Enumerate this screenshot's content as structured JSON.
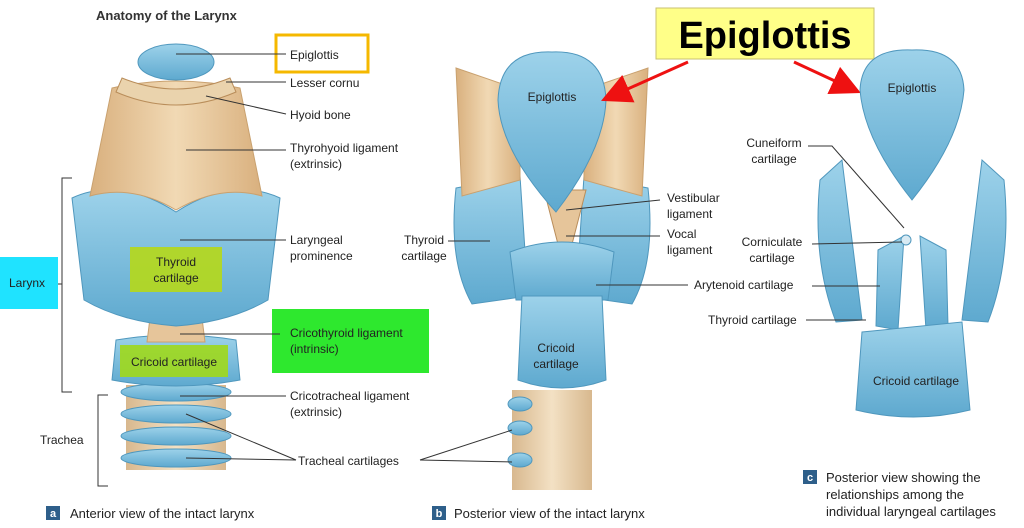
{
  "title": "Anatomy of the Larynx",
  "banner": "Epiglottis",
  "panel_a": {
    "labels": {
      "epiglottis": "Epiglottis",
      "lesser_cornu": "Lesser cornu",
      "hyoid": "Hyoid bone",
      "thyrohyoid_1": "Thyrohyoid ligament",
      "thyrohyoid_2": "(extrinsic)",
      "laryngeal_1": "Laryngeal",
      "laryngeal_2": "prominence",
      "thyroid_1": "Thyroid",
      "thyroid_2": "cartilage",
      "cricothyroid_1": "Cricothyroid ligament",
      "cricothyroid_2": "(intrinsic)",
      "cricoid": "Cricoid cartilage",
      "cricotracheal_1": "Cricotracheal ligament",
      "cricotracheal_2": "(extrinsic)",
      "tracheal_cartilages": "Tracheal cartilages",
      "larynx": "Larynx",
      "trachea": "Trachea"
    },
    "badge": "a",
    "caption": "Anterior view of the intact larynx"
  },
  "panel_b": {
    "labels": {
      "epiglottis": "Epiglottis",
      "thyroid_1": "Thyroid",
      "thyroid_2": "cartilage",
      "vestibular_1": "Vestibular",
      "vestibular_2": "ligament",
      "vocal_1": "Vocal",
      "vocal_2": "ligament",
      "arytenoid": "Arytenoid cartilage",
      "cricoid_1": "Cricoid",
      "cricoid_2": "cartilage"
    },
    "badge": "b",
    "caption": "Posterior view of the intact larynx"
  },
  "panel_c": {
    "labels": {
      "epiglottis": "Epiglottis",
      "cuneiform_1": "Cuneiform",
      "cuneiform_2": "cartilage",
      "corniculate_1": "Corniculate",
      "corniculate_2": "cartilage",
      "thyroid": "Thyroid cartilage",
      "cricoid": "Cricoid cartilage"
    },
    "badge": "c",
    "caption_1": "Posterior view showing the",
    "caption_2": "relationships among the",
    "caption_3": "individual laryngeal cartilages"
  },
  "colors": {
    "cartilage_blue": "#7ec0dc",
    "cartilage_dark": "#4f97bd",
    "ligament_tan": "#e6c59a",
    "banner_yellow": "#ffff88",
    "highlight_orange": "#f5b800",
    "larynx_cyan": "#1fe3ff",
    "thyroid_highlight": "#b4d81c",
    "cricothyroid_green": "#2ee82e",
    "arrow_red": "#ee1111",
    "badge_blue": "#2e5f8a"
  }
}
